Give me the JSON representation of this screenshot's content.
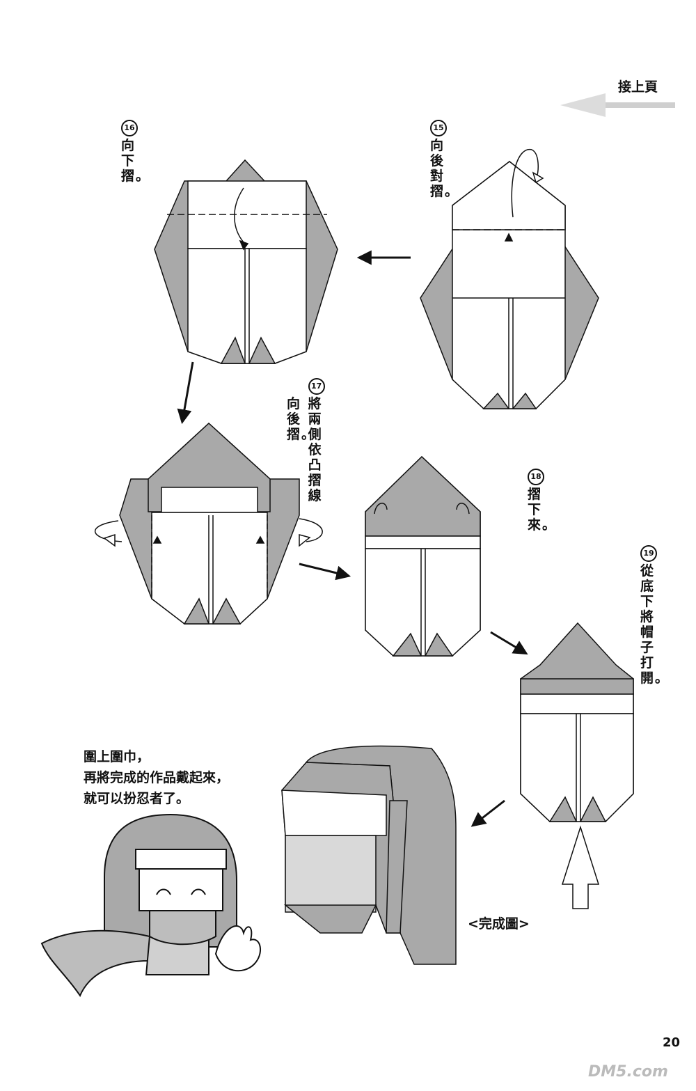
{
  "continue_label": "接上頁",
  "steps": [
    {
      "num": "15",
      "text": "向後對摺。"
    },
    {
      "num": "16",
      "text": "向下摺。"
    },
    {
      "num": "17",
      "text": "將兩側依凸摺線",
      "text2": "向後摺。"
    },
    {
      "num": "18",
      "text": "摺下來。"
    },
    {
      "num": "19",
      "text": "從底下將帽子打開。"
    }
  ],
  "note_lines": [
    "圍上圍巾，",
    "再將完成的作品戴起來，",
    "就可以扮忍者了。"
  ],
  "finished_label": "<完成圖>",
  "page_number": "20",
  "watermark": "DM5.com",
  "colors": {
    "paper_gray": "#a9a9a9",
    "paper_white": "#ffffff",
    "ink": "#111111"
  }
}
